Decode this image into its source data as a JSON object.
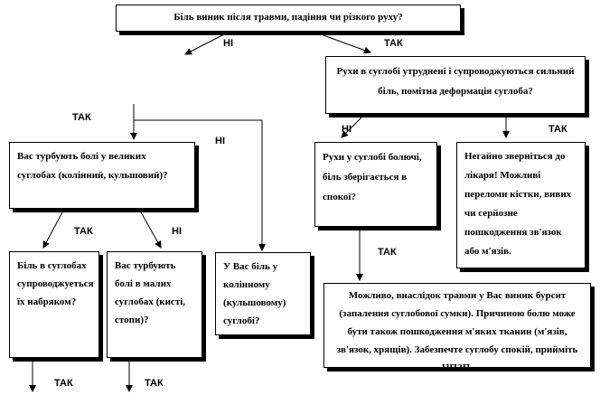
{
  "nodes": {
    "root": "Біль виник після травми, падіння чи різкого руху?",
    "movement": "Рухи в суглобі утруднені і супроводжуються сильний біль, помітна деформація суглоба?",
    "large_joints": "Вас турбують болі у великих суглобах (колінний, кульшовий)?",
    "pain_persists": "Рухи у суглобі болючі, біль зберігається в спокої?",
    "see_doctor": "Негайно зверніться до лікаря! Можливі переломи кістки, вивих чи серйозне пошкодження зв'язок або м'язів.",
    "swelling": "Біль в суглобах супроводжуеться їх набряком?",
    "small_joints": "Вас турбують болі в малих суглобах (кисті, стопи)?",
    "knee_hip": "У Вас біль у колінному (кульшовому) суглобі?",
    "bursitis": "Можливо, внаслідок травми у Вас виник бурсит (запалення суглобової сумки). Причиною болю може бути також пошкодження м'яких тканин (м'язів, зв'язок, хрящів). Забезпечте суглобу спокій, прийміть НПЗП."
  },
  "edge_labels": {
    "root_no": "НІ",
    "root_yes": "ТАК",
    "left_yes": "ТАК",
    "left_no": "НІ",
    "move_no": "НІ",
    "move_yes": "ТАК",
    "large_yes": "ТАК",
    "large_no": "НІ",
    "persist_yes": "ТАК",
    "swell_yes": "ТАК",
    "small_yes": "ТАК"
  }
}
